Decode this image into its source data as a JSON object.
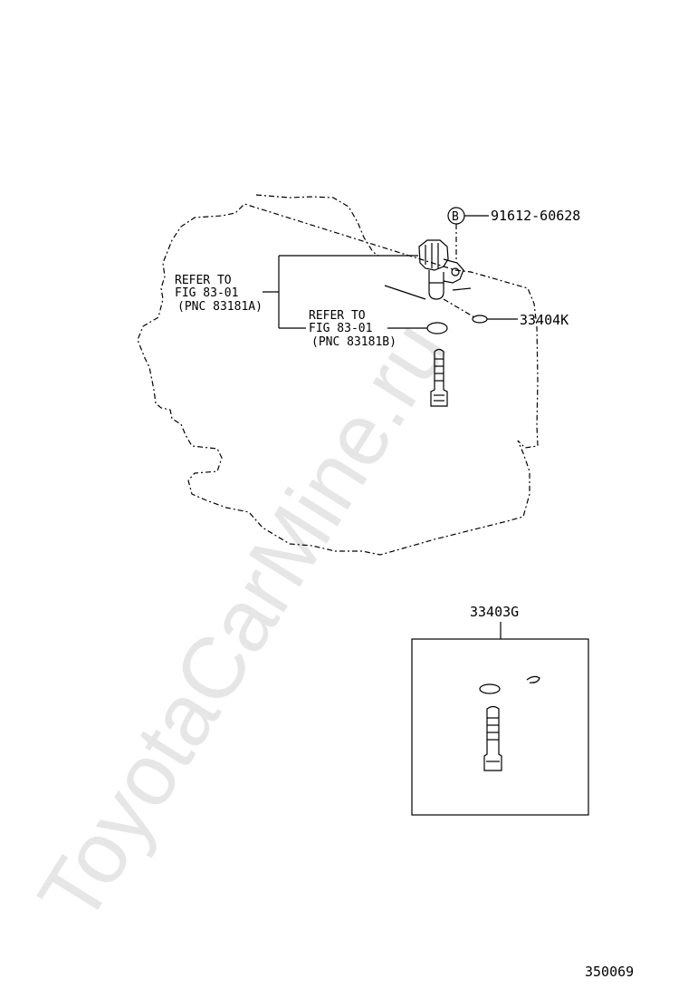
{
  "watermark": "ToyotaCarMine.ru",
  "callouts": {
    "bolt_marker": "B",
    "bolt_part": "91612-60628",
    "clip_part": "33404K",
    "kit_part": "33403G",
    "figure_number": "350069"
  },
  "refer_a": {
    "line1": "REFER TO",
    "line2": "FIG 83-01",
    "line3": "(PNC 83181A)"
  },
  "refer_b": {
    "line1": "REFER TO",
    "line2": "FIG 83-01",
    "line3": "(PNC 83181B)"
  }
}
